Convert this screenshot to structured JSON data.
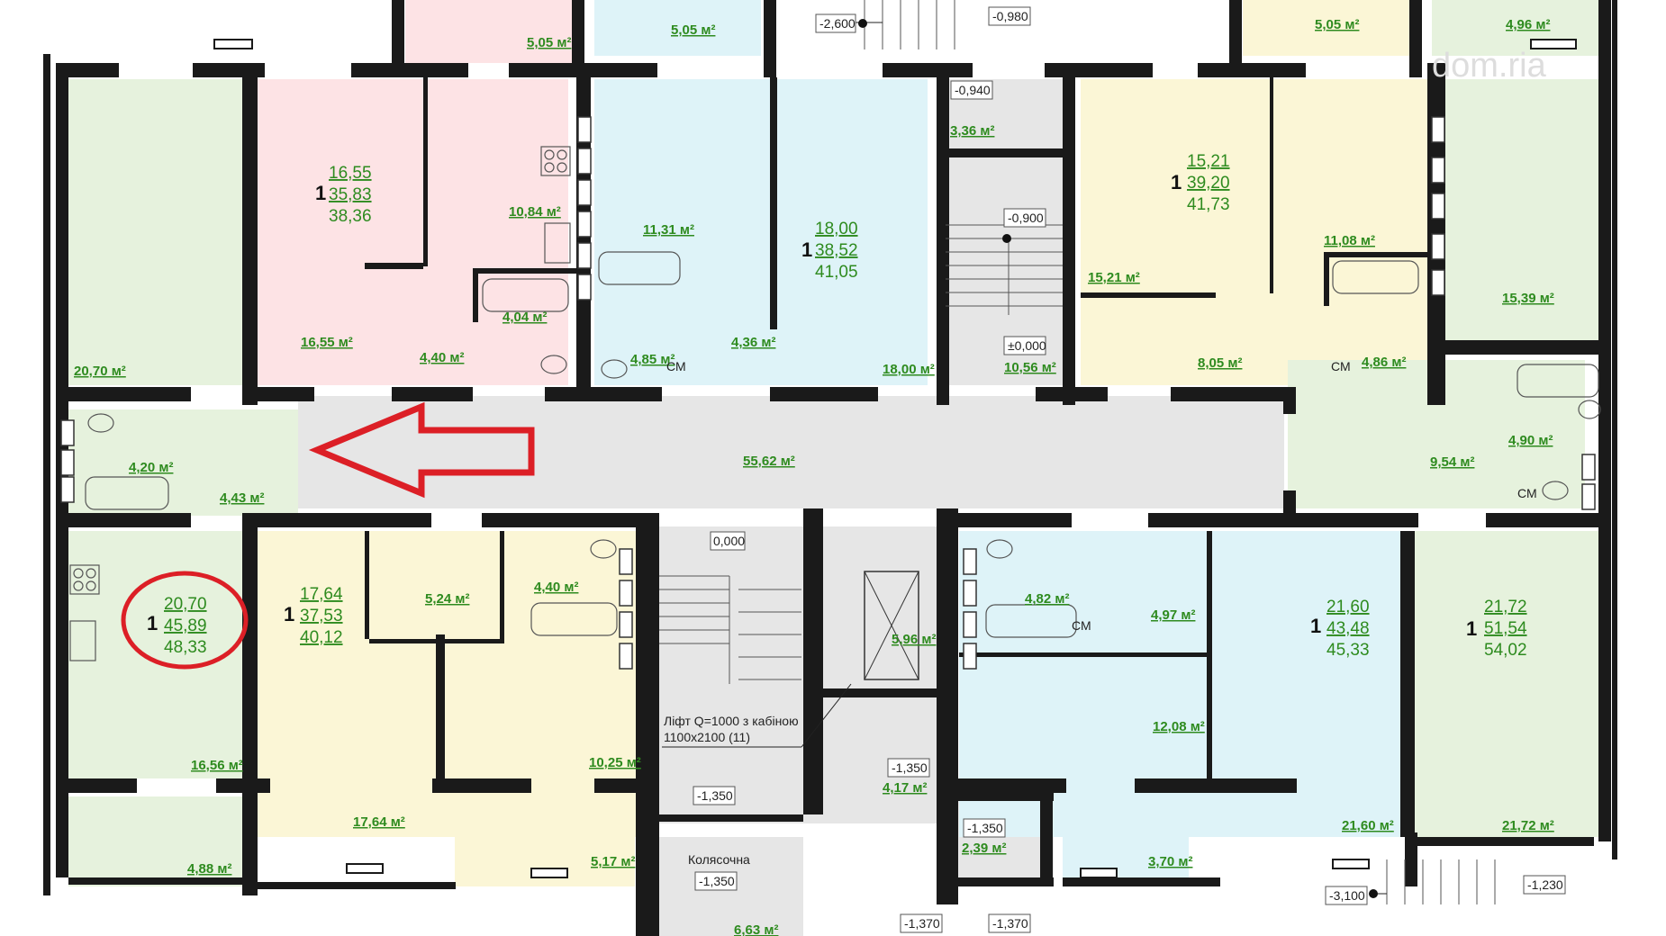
{
  "colors": {
    "green": "#e6f2dd",
    "pink": "#fde3e5",
    "blue": "#def3f8",
    "yellow": "#fbf6d6",
    "grey": "#e6e6e6",
    "label": "#2e8b1f",
    "arrow": "#dc1f26",
    "wall": "#1a1a1a"
  },
  "watermark": "dom.ria",
  "apartments": [
    {
      "id": "a1",
      "rooms": "1",
      "a": "16,55",
      "b": "35,83",
      "c": "38,36"
    },
    {
      "id": "a2",
      "rooms": "1",
      "a": "18,00",
      "b": "38,52",
      "c": "41,05"
    },
    {
      "id": "a3",
      "rooms": "1",
      "a": "15,21",
      "b": "39,20",
      "c": "41,73"
    },
    {
      "id": "a4",
      "rooms": "1",
      "a": "20,70",
      "b": "45,89",
      "c": "48,33"
    },
    {
      "id": "a5",
      "rooms": "1",
      "a": "17,64",
      "b": "37,53",
      "c": "40,12"
    },
    {
      "id": "a6",
      "rooms": "1",
      "a": "21,60",
      "b": "43,48",
      "c": "45,33"
    },
    {
      "id": "a7",
      "rooms": "1",
      "a": "21,72",
      "b": "51,54",
      "c": "54,02"
    }
  ],
  "room_areas": [
    "5,05 м²",
    "5,05 м²",
    "5,05 м²",
    "4,96 м²",
    "3,36 м²",
    "20,70 м²",
    "16,55 м²",
    "10,84 м²",
    "4,40 м²",
    "4,04 м²",
    "11,31 м²",
    "4,85 м²",
    "4,36 м²",
    "18,00 м²",
    "10,56 м²",
    "15,21 м²",
    "11,08 м²",
    "8,05 м²",
    "4,86 м²",
    "15,39 м²",
    "4,20 м²",
    "4,43 м²",
    "55,62 м²",
    "9,54 м²",
    "4,90 м²",
    "5,24 м²",
    "4,40 м²",
    "5,96 м²",
    "4,82 м²",
    "4,97 м²",
    "16,56 м²",
    "10,25 м²",
    "12,08 м²",
    "4,17 м²",
    "17,64 м²",
    "21,60 м²",
    "21,72 м²",
    "4,88 м²",
    "5,17 м²",
    "2,39 м²",
    "3,70 м²",
    "6,63 м²"
  ],
  "levels": [
    "-2,600",
    "-0,980",
    "-0,940",
    "-0,900",
    "±0,000",
    "0,000",
    "-1,350",
    "-1,350",
    "-1,350",
    "-1,350",
    "-1,370",
    "-1,370",
    "-3,100",
    "-1,230"
  ],
  "notes": {
    "lift_line1": "Ліфт Q=1000 з кабіною",
    "lift_line2": "1100х2100  (11)",
    "stroller": "Колясочна",
    "cm": "СМ"
  }
}
